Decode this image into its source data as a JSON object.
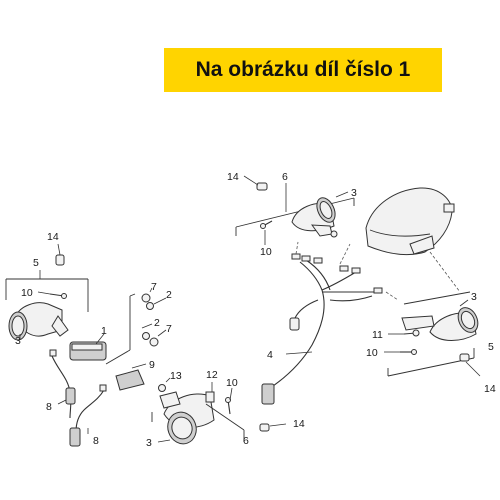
{
  "banner": {
    "text": "Na obrázku díl číslo 1",
    "color": "#ffd400"
  },
  "callouts": {
    "c01": "14",
    "c02": "6",
    "c03": "3",
    "c04": "10",
    "c05": "14",
    "c06": "5",
    "c07": "10",
    "c08": "3",
    "c09": "1",
    "c10": "7",
    "c11": "2",
    "c12": "2",
    "c13": "7",
    "c14": "9",
    "c15": "8",
    "c16": "8",
    "c17": "13",
    "c18": "12",
    "c19": "10",
    "c20": "3",
    "c21": "6",
    "c22": "4",
    "c23": "14",
    "c24": "3",
    "c25": "11",
    "c26": "10",
    "c27": "5",
    "c28": "14"
  }
}
